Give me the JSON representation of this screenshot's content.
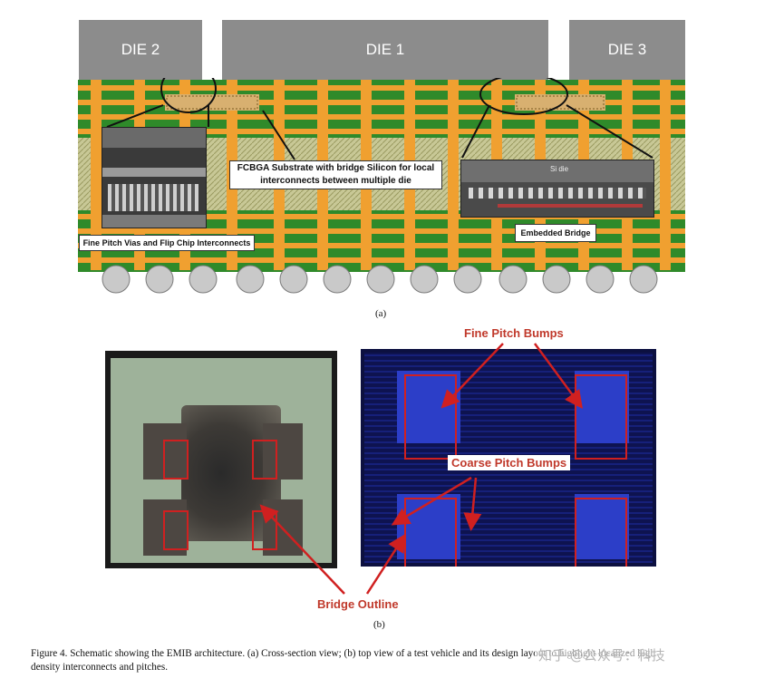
{
  "panel_a": {
    "die_labels": [
      "DIE 2",
      "DIE 1",
      "DIE 3"
    ],
    "callout_substrate": "FCBGA Substrate with bridge Silicon for local interconnects between multiple die",
    "callout_fine_pitch": "Fine Pitch Vias and Flip Chip Interconnects",
    "callout_embedded": "Embedded Bridge",
    "si_die_label": "Si die",
    "sub_label": "(a)"
  },
  "panel_b": {
    "label_fine_pitch_bumps": "Fine Pitch Bumps",
    "label_coarse_pitch_bumps": "Coarse Pitch Bumps",
    "label_bridge_outline": "Bridge Outline",
    "sub_label": "(b)"
  },
  "caption": {
    "line1": "Figure 4.  Schematic showing the EMIB architecture.  (a) Cross-section view; (b) top view of a test vehicle and its design layout to highlight localized high",
    "line2": "density interconnects and pitches."
  },
  "watermark": "知乎 @公众号：科技",
  "colors": {
    "substrate_green": "#2f8a2a",
    "trace_orange": "#f0a030",
    "label_red": "#c0392b",
    "layout_blue": "#1a2a9c"
  }
}
